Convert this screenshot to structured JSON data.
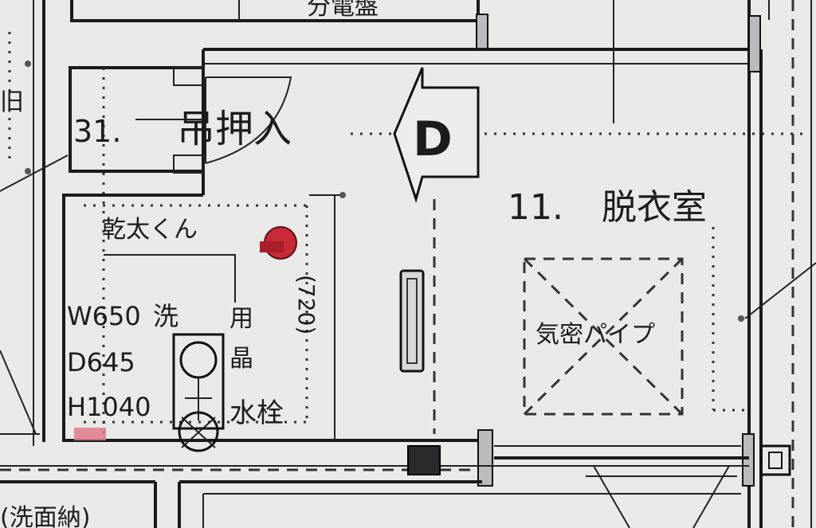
{
  "plan": {
    "top_partial_label": "分電盤",
    "closet": {
      "number": "31.",
      "name": "吊押入"
    },
    "door_mark": "D",
    "room": {
      "number": "11.",
      "name": "脱衣室"
    },
    "dryer_label": "乾太くん",
    "washer": {
      "w": "W650",
      "d": "D645",
      "h": "H1040",
      "kanji": "洗"
    },
    "mount_label": "用\n晶",
    "dimension": "(720)",
    "faucet_label": "水栓",
    "vent_label": "気密パイプ",
    "bottom_partial_label": "(洗面納)",
    "colors": {
      "paper": "#e9e9e7",
      "ink": "#1a1a1a",
      "red_fixture": "#c82a36",
      "pink_mark": "#e07a8a"
    }
  }
}
